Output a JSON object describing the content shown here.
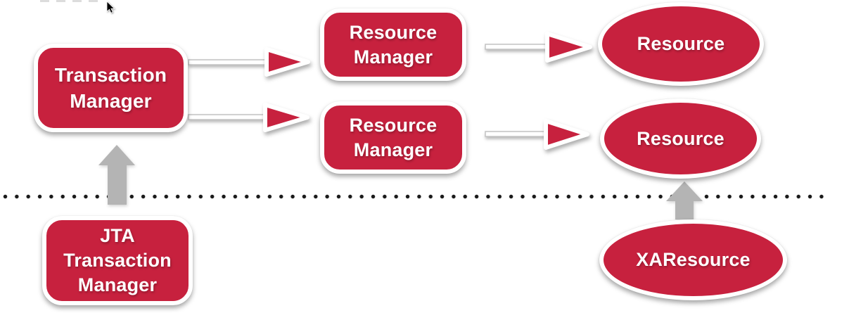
{
  "diagram": {
    "nodes": {
      "transaction_manager": {
        "label": "Transaction\nManager",
        "shape": "rounded-rect"
      },
      "resource_manager_1": {
        "label": "Resource\nManager",
        "shape": "rounded-rect"
      },
      "resource_manager_2": {
        "label": "Resource\nManager",
        "shape": "rounded-rect"
      },
      "resource_1": {
        "label": "Resource",
        "shape": "ellipse"
      },
      "resource_2": {
        "label": "Resource",
        "shape": "ellipse"
      },
      "xa_resource": {
        "label": "XAResource",
        "shape": "ellipse"
      },
      "jta_transaction_manager": {
        "label": "JTA\nTransaction\nManager",
        "shape": "rounded-rect"
      }
    },
    "edges": [
      {
        "from": "transaction_manager",
        "to": "resource_manager_1",
        "style": "red-triangle-arrow"
      },
      {
        "from": "transaction_manager",
        "to": "resource_manager_2",
        "style": "red-triangle-arrow"
      },
      {
        "from": "resource_manager_1",
        "to": "resource_1",
        "style": "red-triangle-arrow"
      },
      {
        "from": "resource_manager_2",
        "to": "resource_2",
        "style": "red-triangle-arrow"
      },
      {
        "from": "jta_transaction_manager",
        "to": "transaction_manager",
        "style": "thick-gray-up-arrow"
      },
      {
        "from": "xa_resource",
        "to": "resource_2",
        "style": "thick-gray-up-arrow"
      }
    ],
    "divider": {
      "style": "dotted-horizontal-line"
    },
    "colors": {
      "shape_red": "#C7213E",
      "shape_border": "#FFFFFF",
      "label_text": "#FFFFFF",
      "arrow_shaft": "#FFFFFF",
      "arrow_outline": "#C6C6C6",
      "arrow_gray": "#B4B4B4",
      "divider_dot": "#1A1A1A",
      "cursor_black": "#000000"
    },
    "cursor": {
      "type": "arrow-pointer"
    }
  }
}
